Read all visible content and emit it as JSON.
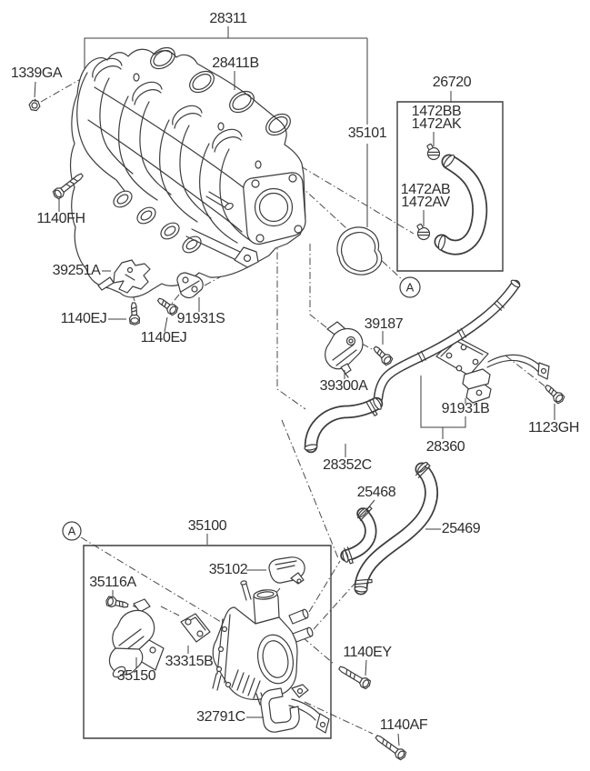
{
  "diagram_type": "parts-exploded-diagram",
  "colors": {
    "background": "#ffffff",
    "line": "#3d3d3d",
    "text": "#2d2d2d"
  },
  "labels": {
    "l28311": "28311",
    "l1339GA": "1339GA",
    "l28411B": "28411B",
    "l35101": "35101",
    "l26720": "26720",
    "l1472BB": "1472BB",
    "l1472AK": "1472AK",
    "l1472AB": "1472AB",
    "l1472AV": "1472AV",
    "l1140FH": "1140FH",
    "l39251A": "39251A",
    "l1140EJa": "1140EJ",
    "l91931S": "91931S",
    "l1140EJb": "1140EJ",
    "l39187": "39187",
    "l39300A": "39300A",
    "l91931B": "91931B",
    "l1123GH": "1123GH",
    "l28360": "28360",
    "l28352C": "28352C",
    "l25468": "25468",
    "l25469": "25469",
    "l35100": "35100",
    "l35102": "35102",
    "l35116A": "35116A",
    "l35150": "35150",
    "l33315B": "33315B",
    "l32791C": "32791C",
    "l1140EY": "1140EY",
    "l1140AF": "1140AF",
    "section_marker": "A"
  }
}
